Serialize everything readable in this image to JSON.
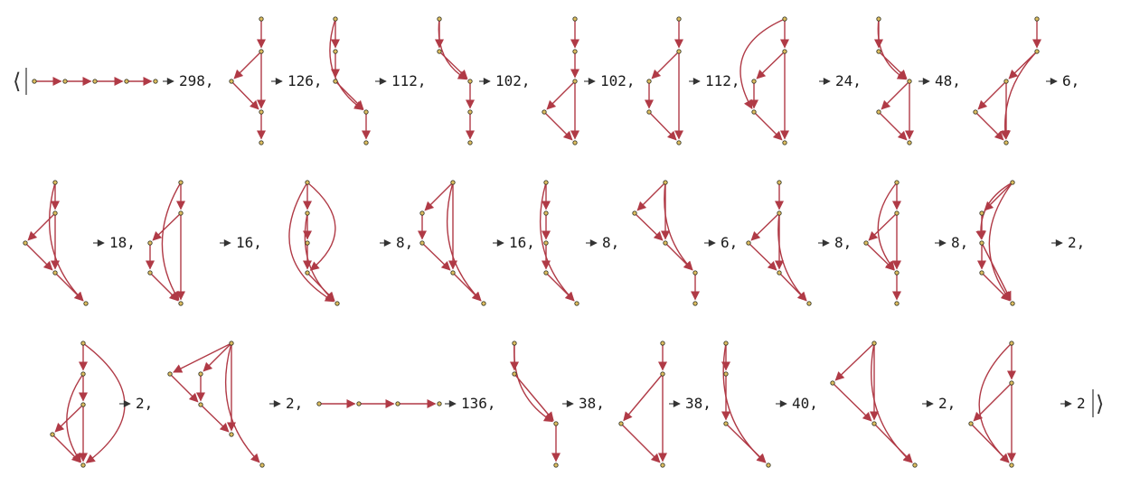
{
  "open_bracket": "⟨",
  "close_bracket": "⟩",
  "colors": {
    "edge": "#b03a46",
    "node": "#3a3a2a",
    "node_fill": "#e0c060",
    "text": "#1a1a1a"
  },
  "entries": [
    {
      "graph": "graph-1",
      "label": "298,"
    },
    {
      "graph": "graph-2",
      "label": "126,"
    },
    {
      "graph": "graph-3",
      "label": "112,"
    },
    {
      "graph": "graph-4",
      "label": "102,"
    },
    {
      "graph": "graph-5",
      "label": "102,"
    },
    {
      "graph": "graph-6",
      "label": "112,"
    },
    {
      "graph": "graph-7",
      "label": "24,"
    },
    {
      "graph": "graph-8",
      "label": "48,"
    },
    {
      "graph": "graph-9",
      "label": "6,"
    },
    {
      "graph": "graph-10",
      "label": "18,"
    },
    {
      "graph": "graph-11",
      "label": "16,"
    },
    {
      "graph": "graph-12",
      "label": "8,"
    },
    {
      "graph": "graph-13",
      "label": "16,"
    },
    {
      "graph": "graph-14",
      "label": "8,"
    },
    {
      "graph": "graph-15",
      "label": "6,"
    },
    {
      "graph": "graph-16",
      "label": "8,"
    },
    {
      "graph": "graph-17",
      "label": "8,"
    },
    {
      "graph": "graph-18",
      "label": "2,"
    },
    {
      "graph": "graph-19",
      "label": "2,"
    },
    {
      "graph": "graph-20",
      "label": "2,"
    },
    {
      "graph": "graph-21",
      "label": "136,"
    },
    {
      "graph": "graph-22",
      "label": "38,"
    },
    {
      "graph": "graph-23",
      "label": "38,"
    },
    {
      "graph": "graph-24",
      "label": "40,"
    },
    {
      "graph": "graph-25",
      "label": "2,"
    },
    {
      "graph": "graph-26",
      "label": "2"
    }
  ]
}
